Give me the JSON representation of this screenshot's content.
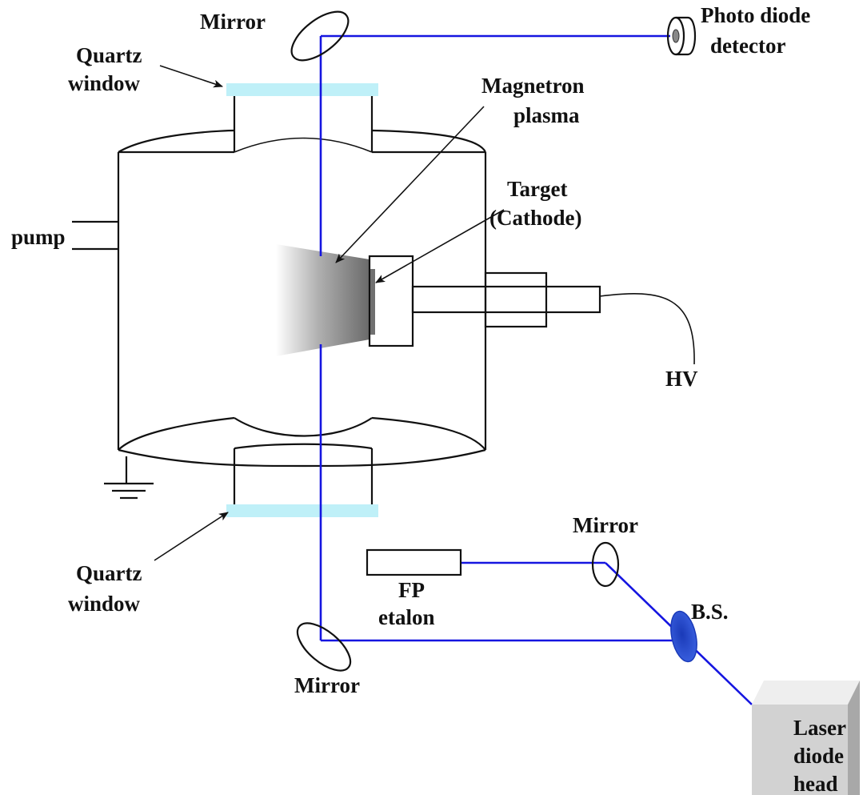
{
  "labels": {
    "mirror_top": "Mirror",
    "photo_diode_l1": "Photo diode",
    "photo_diode_l2": "detector",
    "quartz_top_l1": "Quartz",
    "quartz_top_l2": "window",
    "magnetron_l1": "Magnetron",
    "magnetron_l2": "plasma",
    "target_l1": "Target",
    "target_l2": "(Cathode)",
    "pump": "pump",
    "hv": "HV",
    "quartz_bottom_l1": "Quartz",
    "quartz_bottom_l2": "window",
    "mirror_right": "Mirror",
    "fp_l1": "FP",
    "fp_l2": "etalon",
    "bs": "B.S.",
    "mirror_bottom": "Mirror",
    "laser_l1": "Laser",
    "laser_l2": "diode",
    "laser_l3": "head"
  },
  "colors": {
    "beam": "#1515e0",
    "quartz": "#bff0f8",
    "beam_splitter": "#2a4fd0",
    "plasma": "#707070",
    "laser_box": "#c8c8c8"
  }
}
